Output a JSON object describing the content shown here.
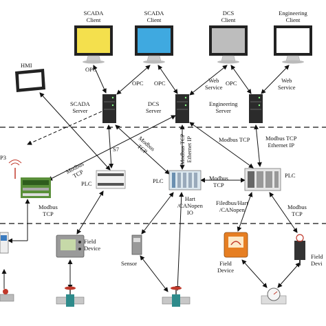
{
  "clients": {
    "scada_client": "SCADA\nClient",
    "scada_client2": "SCADA\nClient",
    "dcs_client": "DCS\nClient",
    "engineering_client": "Engineering\nClient"
  },
  "hmi": "HMI",
  "servers": {
    "scada": "SCADA\nServer",
    "dcs": "DCS\nServer",
    "engineering": "Engineering\nServer"
  },
  "links": {
    "opc1": "OPC",
    "opc2": "OPC",
    "opc3": "OPC",
    "opc4": "OPC",
    "web_service1": "Web\nService",
    "web_service2": "Web\nService",
    "s7": "S7",
    "modbus_tcp_diag1": "Modbus\nTCP",
    "modbus_tcp_diag2": "Modbus\nTCP",
    "modbus_tcp_ethernet_ip_vert": "Modbus TCP\nEthernet IP",
    "modbus_tcp_top": "Modbus TCP",
    "modbus_tcp_ethernet_ip_right": "Modbus TCP\nEthernet IP",
    "modbus_tcp_mid": "Modbus\nTCP",
    "modbus_tcp_left": "Modbus\nTCP",
    "hart_canopen_io": "Hart\n/CANopen\nIO",
    "filedbus": "Filedbus/Hart\n/CANopen",
    "modbus_tcp_right": "Modbus\nTCP",
    "p3": "P3"
  },
  "plcs": {
    "plc1": "PLC",
    "plc2": "PLC",
    "plc3": "PLC"
  },
  "devices": {
    "field_device1": "Field\nDevice",
    "sensor": "Sensor",
    "field_device2": "Field\nDevice",
    "field_device3": "Field\nDevi"
  },
  "colors": {
    "scada_client_screen": "#f4e04d",
    "scada_client2_screen": "#3fa9e0",
    "dcs_client_screen": "#bdbdbd",
    "engineering_client_screen": "#ffffff",
    "server": "#2b2b2b",
    "plc_green": "#5a8f3a",
    "valve_red": "#c0392b",
    "field_device_orange": "#e67e22"
  }
}
